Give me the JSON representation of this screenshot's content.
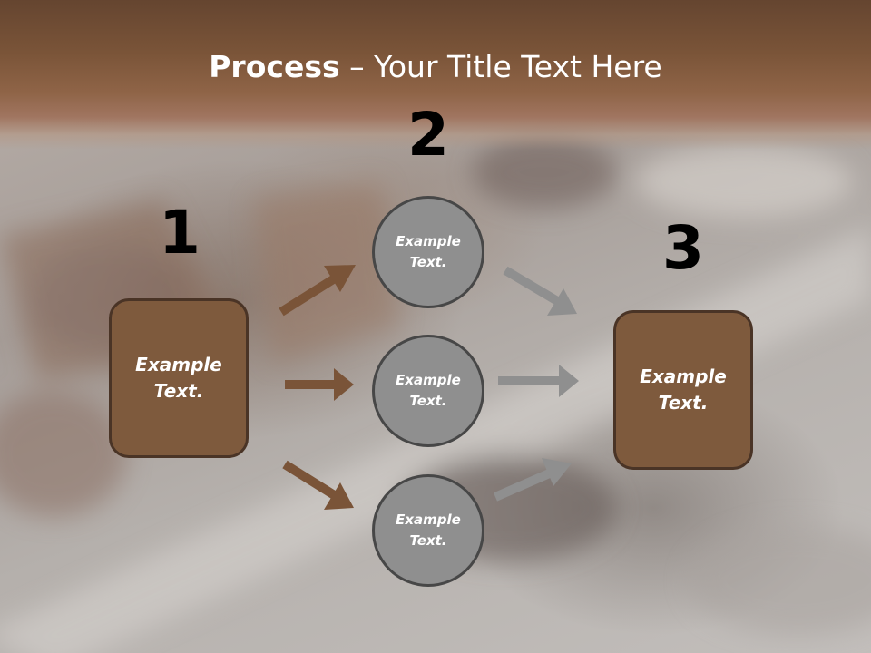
{
  "title": {
    "bold": "Process",
    "rest": " – Your Title Text Here"
  },
  "colors": {
    "header": "#7a5438",
    "box_fill": "#7e5a3d",
    "box_border": "#4a3426",
    "circle_fill": "#8f8f8f",
    "circle_border": "#474747",
    "brown_arrow": "#7a5438",
    "gray_arrow": "#8f8f8f"
  },
  "steps": [
    {
      "number": "1",
      "label": "Example Text."
    },
    {
      "number": "2",
      "label": "Example Text."
    },
    {
      "number": "3",
      "label": "Example Text."
    }
  ],
  "circles": [
    {
      "label": "Example Text."
    },
    {
      "label": "Example Text."
    },
    {
      "label": "Example Text."
    }
  ]
}
